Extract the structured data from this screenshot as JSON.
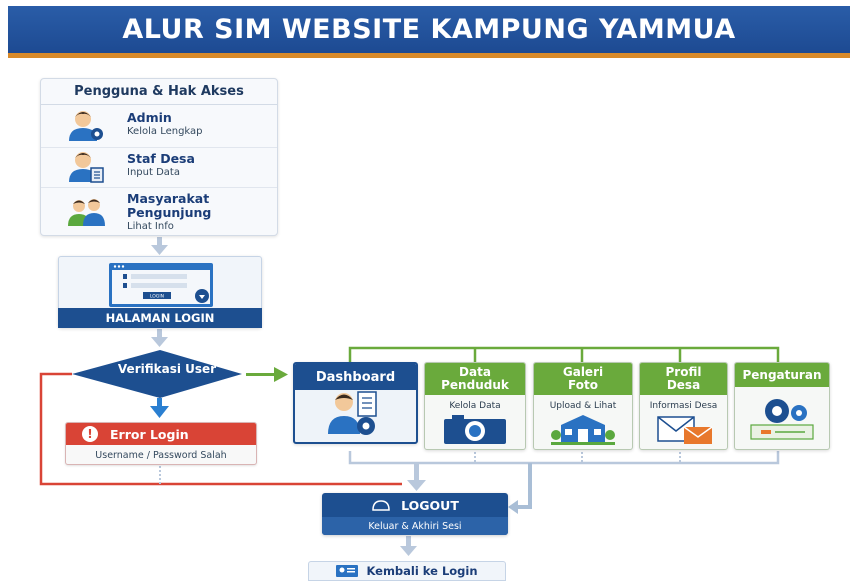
{
  "title": "ALUR SIM WEBSITE KAMPUNG YAMMUA",
  "users": {
    "heading": "Pengguna & Hak Akses",
    "roles": [
      {
        "name": "Admin",
        "desc": "Kelola Lengkap",
        "icon": "admin-gear-icon"
      },
      {
        "name": "Staf Desa",
        "desc": "Input Data",
        "icon": "staff-document-icon"
      },
      {
        "name_line1": "Masyarakat",
        "name_line2": "Pengunjung",
        "desc": "Lihat Info",
        "icon": "visitors-group-icon"
      }
    ]
  },
  "login": {
    "caption": "HALAMAN LOGIN",
    "button": "LOGIN"
  },
  "verify": {
    "label": "Verifikasi User"
  },
  "error": {
    "title": "Error Login",
    "message": "Username / Password Salah"
  },
  "modules": [
    {
      "name": "Dashboard",
      "desc": "",
      "icon": "dashboard-user-icon"
    },
    {
      "name_line1": "Data",
      "name_line2": "Penduduk",
      "desc": "Kelola Data",
      "icon": "camera-icon"
    },
    {
      "name_line1": "Galeri",
      "name_line2": "Foto",
      "desc": "Upload & Lihat",
      "icon": "house-gallery-icon"
    },
    {
      "name_line1": "Profil",
      "name_line2": "Desa",
      "desc": "Informasi Desa",
      "icon": "envelope-icon"
    },
    {
      "name": "Pengaturan",
      "desc": "",
      "icon": "settings-gears-icon"
    }
  ],
  "logout": {
    "label": "LOGOUT",
    "desc": "Keluar & Akhiri Sesi"
  },
  "back": {
    "label": "Kembali ke Login"
  },
  "colors": {
    "primary": "#1d4f90",
    "accent": "#d88a2a",
    "module": "#6aaa3c",
    "error": "#d94436"
  }
}
